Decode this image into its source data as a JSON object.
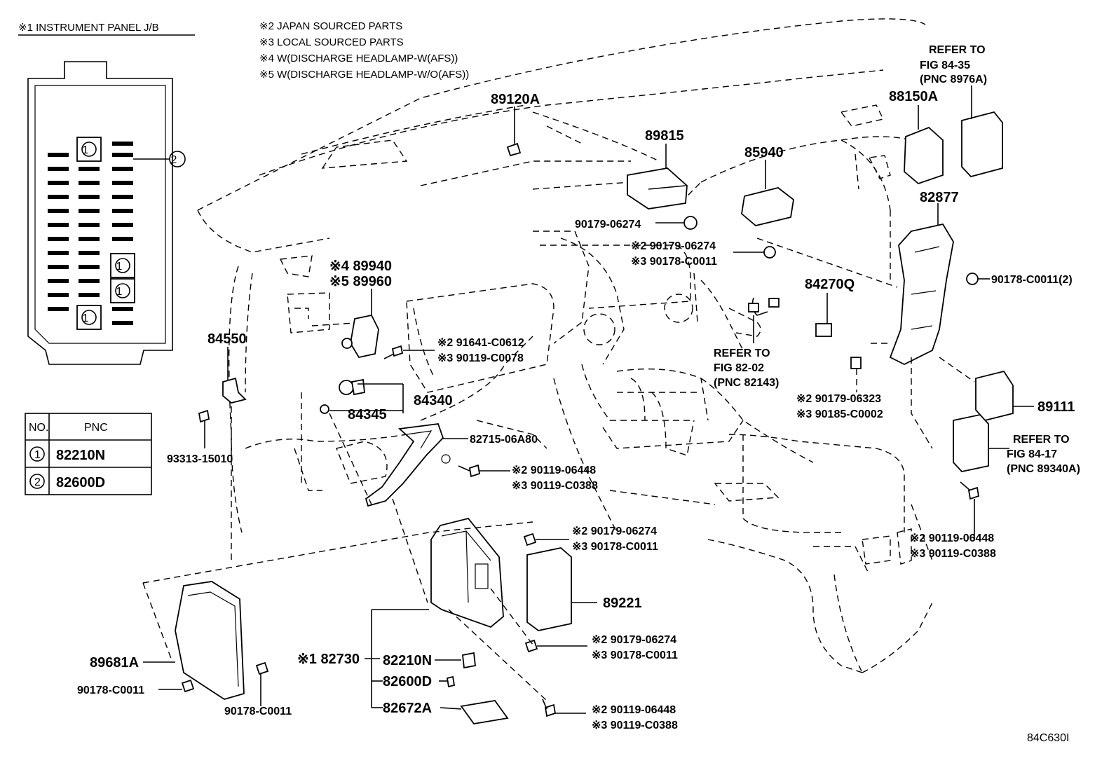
{
  "header": {
    "note1": "※1 INSTRUMENT PANEL J/B",
    "note2": "※2 JAPAN SOURCED PARTS",
    "note3": "※3 LOCAL SOURCED PARTS",
    "note4": "※4 W(DISCHARGE HEADLAMP-W(AFS))",
    "note5": "※5 W(DISCHARGE HEADLAMP-W/O(AFS))"
  },
  "junction_box": {
    "circle_labels": [
      "1",
      "1",
      "1",
      "1",
      "2"
    ]
  },
  "legend": {
    "col_no": "NO.",
    "col_pnc": "PNC",
    "rows": [
      {
        "no": "1",
        "pnc": "82210N"
      },
      {
        "no": "2",
        "pnc": "82600D"
      }
    ]
  },
  "labels": {
    "p89120A": "89120A",
    "p89815": "89815",
    "p85940": "85940",
    "p88150A": "88150A",
    "ref1_l1": "REFER TO",
    "ref1_l2": "FIG 84-35",
    "ref1_l3": "(PNC 8976A)",
    "p82877": "82877",
    "p90179_06274_a": "90179-06274",
    "p2_90179_06274_b": "※2 90179-06274",
    "p3_90178_C0011_b": "※3 90178-C0011",
    "p90178_C0011_2": "90178-C0011(2)",
    "p4_89940": "※4 89940",
    "p5_89960": "※5 89960",
    "p84270Q": "84270Q",
    "ref2_l1": "REFER TO",
    "ref2_l2": "FIG 82-02",
    "ref2_l3": "(PNC 82143)",
    "p84550": "84550",
    "p2_91641": "※2 91641-C0612",
    "p3_90119_C0078": "※3 90119-C0078",
    "p84340": "84340",
    "p84345": "84345",
    "p2_90179_06323": "※2 90179-06323",
    "p3_90185_C0002": "※3 90185-C0002",
    "p89111": "89111",
    "p82715": "82715-06A80",
    "ref3_l1": "REFER TO",
    "ref3_l2": "FIG 84-17",
    "ref3_l3": "(PNC 89340A)",
    "p93313": "93313-15010",
    "p2_90119_06448_a": "※2 90119-06448",
    "p3_90119_C0388_a": "※3 90119-C0388",
    "p2_90179_06274_c": "※2 90179-06274",
    "p3_90178_C0011_c": "※3 90178-C0011",
    "p2_90119_06448_b": "※2 90119-06448",
    "p3_90119_C0388_b": "※3 90119-C0388",
    "p89221": "89221",
    "p2_90179_06274_d": "※2 90179-06274",
    "p3_90178_C0011_d": "※3 90178-C0011",
    "p89681A": "89681A",
    "p1_82730": "※1 82730",
    "p82210N": "82210N",
    "p82600D": "82600D",
    "p82672A": "82672A",
    "p90178_C0011_e": "90178-C0011",
    "p90178_C0011_f": "90178-C0011",
    "p2_90119_06448_c": "※2 90119-06448",
    "p3_90119_C0388_c": "※3 90119-C0388",
    "figure_id": "84C630I"
  }
}
